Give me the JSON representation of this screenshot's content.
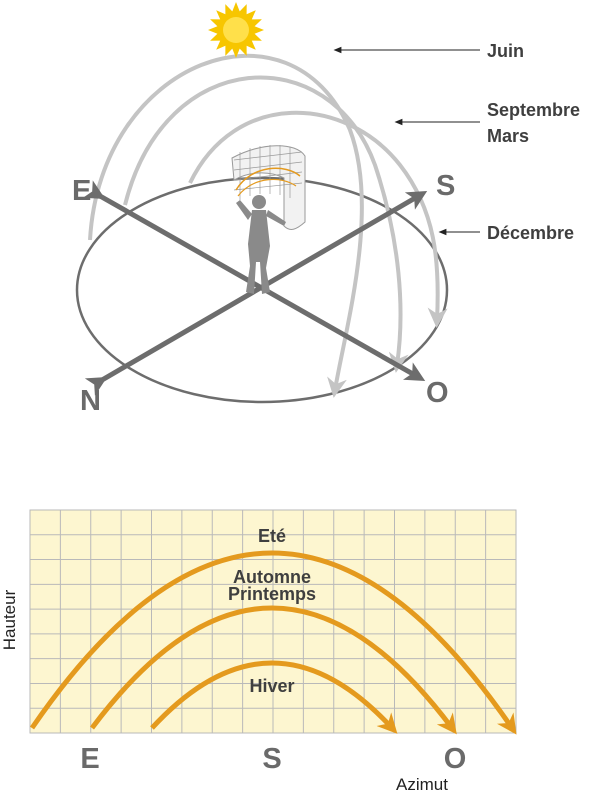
{
  "top": {
    "cardinals": {
      "east": "E",
      "south": "S",
      "north": "N",
      "west": "O"
    },
    "paths": {
      "june": "Juin",
      "equinox_1": "Septembre",
      "equinox_2": "Mars",
      "december": "Décembre"
    }
  },
  "bottom": {
    "y_axis_label": "Hauteur",
    "x_axis_label": "Azimut",
    "x_ticks": {
      "east": "E",
      "south": "S",
      "west": "O"
    },
    "curves": {
      "summer": "Eté",
      "equinox_1": "Automne",
      "equinox_2": "Printemps",
      "winter": "Hiver"
    }
  },
  "colors": {
    "arc_gray": "#c4c4c4",
    "ellipse": "#6d6d6d",
    "axis_arrow": "#6d6d6d",
    "sun": "#f7c600",
    "curve_orange": "#e49a1e",
    "grid_bg": "#fdf6d0",
    "grid_line": "#b9b9b9"
  }
}
